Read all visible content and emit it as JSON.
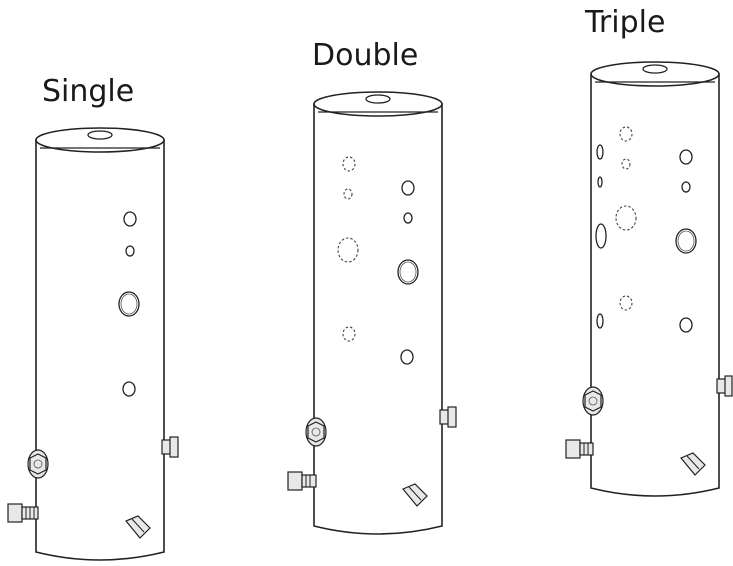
{
  "labels": {
    "single": "Single",
    "double": "Double",
    "triple": "Triple"
  }
}
